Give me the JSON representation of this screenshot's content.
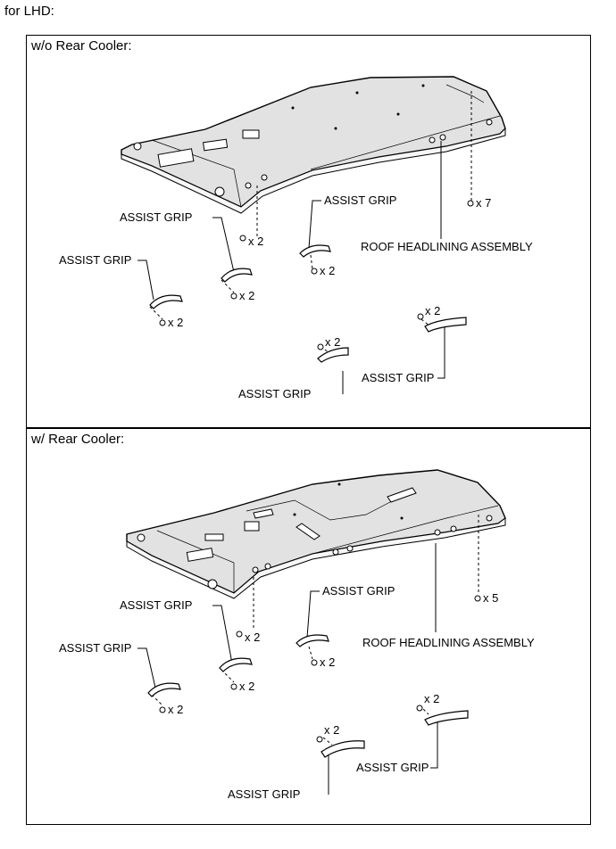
{
  "header": {
    "title": "for LHD:"
  },
  "panels": [
    {
      "title": "w/o Rear Cooler:",
      "labels": {
        "headlining": "ROOF HEADLINING ASSEMBLY",
        "grip_a": "ASSIST GRIP",
        "grip_b": "ASSIST GRIP",
        "grip_c": "ASSIST GRIP",
        "grip_d": "ASSIST GRIP",
        "grip_e": "ASSIST GRIP"
      },
      "counts": {
        "headlining_clips": "x 7",
        "front_grip_clips": "x 2",
        "grip_a_screws": "x 2",
        "grip_b_screws": "x 2",
        "grip_c_screws": "x 2",
        "grip_d_screws": "x 2",
        "grip_e_screws": "x 2"
      }
    },
    {
      "title": "w/ Rear Cooler:",
      "labels": {
        "headlining": "ROOF HEADLINING ASSEMBLY",
        "grip_a": "ASSIST GRIP",
        "grip_b": "ASSIST GRIP",
        "grip_c": "ASSIST GRIP",
        "grip_d": "ASSIST GRIP",
        "grip_e": "ASSIST GRIP"
      },
      "counts": {
        "headlining_clips": "x 5",
        "front_grip_clips": "x 2",
        "grip_a_screws": "x 2",
        "grip_b_screws": "x 2",
        "grip_c_screws": "x 2",
        "grip_d_screws": "x 2",
        "grip_e_screws": "x 2"
      }
    }
  ]
}
